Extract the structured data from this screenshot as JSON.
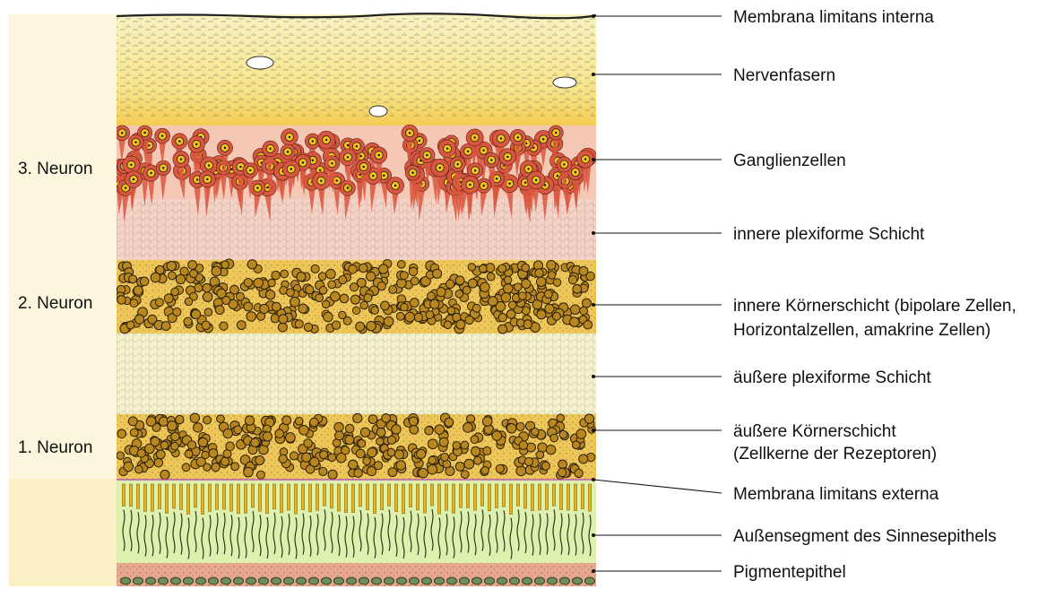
{
  "neurons": [
    {
      "label": "3. Neuron"
    },
    {
      "label": "2. Neuron"
    },
    {
      "label": "1. Neuron"
    }
  ],
  "layers": [
    {
      "id": "membrana-limitans-interna",
      "lines": [
        "Membrana limitans interna"
      ]
    },
    {
      "id": "nervenfasern",
      "lines": [
        "Nervenfasern"
      ]
    },
    {
      "id": "ganglienzellen",
      "lines": [
        "Ganglienzellen"
      ]
    },
    {
      "id": "innere-plexiforme-schicht",
      "lines": [
        "innere plexiforme Schicht"
      ]
    },
    {
      "id": "innere-koernerschicht",
      "lines": [
        "innere Körnerschicht (bipolare Zellen,",
        "Horizontalzellen, amakrine Zellen)"
      ]
    },
    {
      "id": "aeussere-plexiforme-schicht",
      "lines": [
        "äußere plexiforme Schicht"
      ]
    },
    {
      "id": "aeussere-koernerschicht",
      "lines": [
        "äußere Körnerschicht",
        "(Zellkerne der Rezeptoren)"
      ]
    },
    {
      "id": "membrana-limitans-externa",
      "lines": [
        "Membrana limitans externa"
      ]
    },
    {
      "id": "aussensegment",
      "lines": [
        "Außensegment des Sinnesepithels"
      ]
    },
    {
      "id": "pigmentepithel",
      "lines": [
        "Pigmentepithel"
      ]
    }
  ],
  "colors": {
    "neuron_band": "#fbf6dd",
    "receptor_band": "#fbefc6",
    "nerve_fiber": "#f8f0b4",
    "nerve_fiber_bottom": "#f3cf55",
    "ganglion_bg": "#f5c8b6",
    "ganglion_cell": "#d9573f",
    "nucleus": "#f2c21b",
    "inner_plexiform": "#f6d2c6",
    "granular": "#efc758",
    "granule": "#b8871f",
    "outer_plexiform": "#f3f0cc",
    "outer_segment": "#ddf0ae",
    "pigment": "#e8a78f"
  }
}
